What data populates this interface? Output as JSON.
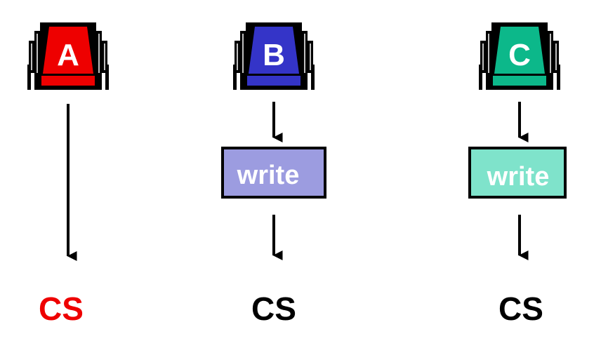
{
  "processes": [
    {
      "letter": "A",
      "color": "#ee0000",
      "has_write": false,
      "cs_label": "CS",
      "cs_color": "#ee0000"
    },
    {
      "letter": "B",
      "color": "#3434c8",
      "has_write": true,
      "write_label": "write",
      "write_fill": "#9c9ce0",
      "cs_label": "CS",
      "cs_color": "#000000"
    },
    {
      "letter": "C",
      "color": "#0cb88a",
      "has_write": true,
      "write_label": "write",
      "write_fill": "#7fe3cb",
      "cs_label": "CS",
      "cs_color": "#000000"
    }
  ],
  "icons": {
    "process": "machine-icon",
    "flow": "arrow-down-icon"
  }
}
